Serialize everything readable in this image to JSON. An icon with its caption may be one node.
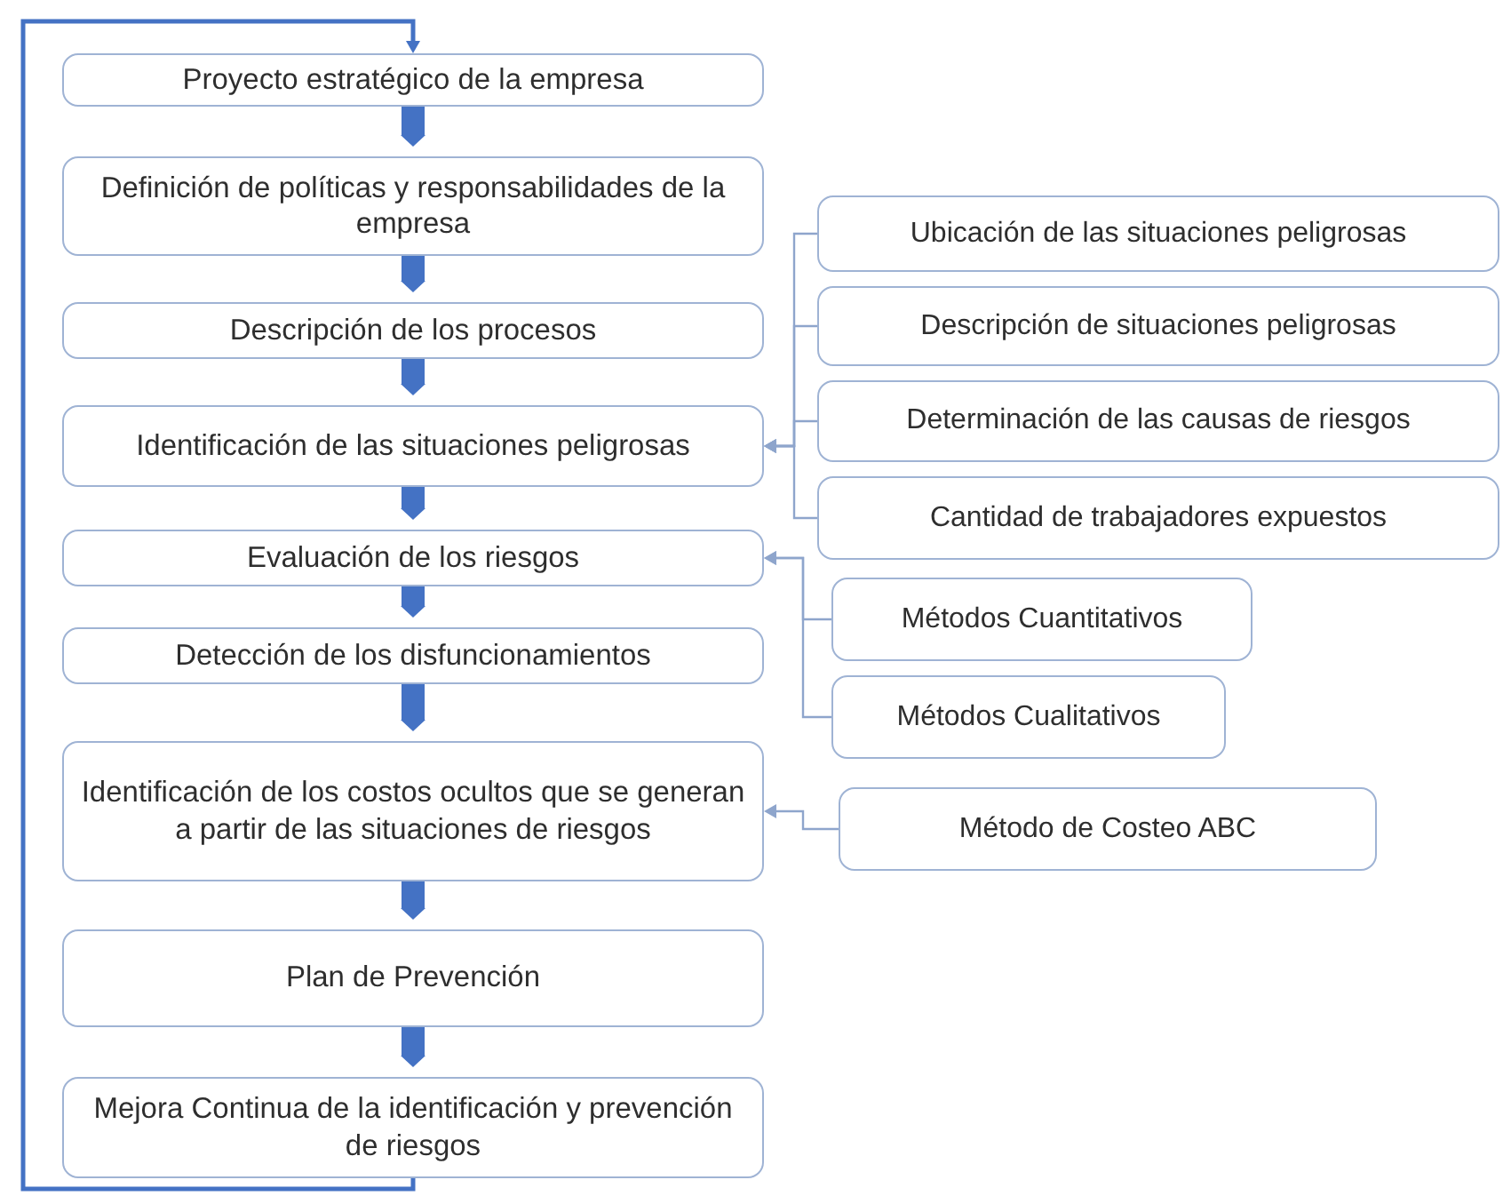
{
  "diagram": {
    "nodes": [
      {
        "text": [
          "Proyecto estratégico de la empresa"
        ]
      },
      {
        "text": [
          "Definición de políticas y responsabilidades de la empresa"
        ]
      },
      {
        "text": [
          "Descripción de los procesos"
        ]
      },
      {
        "text": [
          "Identificación de las situaciones peligrosas"
        ]
      },
      {
        "text": [
          "Evaluación de los riesgos"
        ]
      },
      {
        "text": [
          "Detección de los disfuncionamientos"
        ]
      },
      {
        "text": [
          "Identificación de los costos ocultos que se generan a partir de las situaciones de riesgos"
        ]
      },
      {
        "text": [
          "Plan de Prevención"
        ]
      },
      {
        "text": [
          "Mejora Continua de la identificación y prevención de riesgos"
        ]
      },
      {
        "text": [
          "Ubicación de las situaciones peligrosas"
        ]
      },
      {
        "text": [
          "Descripción de situaciones peligrosas"
        ]
      },
      {
        "text": [
          "Determinación de las causas de riesgos"
        ]
      },
      {
        "text": [
          "Cantidad de trabajadores expuestos"
        ]
      },
      {
        "text": [
          "Métodos Cuantitativos"
        ]
      },
      {
        "text": [
          "Métodos Cualitativos"
        ]
      },
      {
        "text": [
          "Método de Costeo ABC"
        ]
      }
    ],
    "edges": [
      {
        "from": 0,
        "to": 1,
        "arrow": "to",
        "style": "thick"
      },
      {
        "from": 1,
        "to": 2,
        "arrow": "to",
        "style": "thick"
      },
      {
        "from": 2,
        "to": 3,
        "arrow": "to",
        "style": "thick"
      },
      {
        "from": 3,
        "to": 4,
        "arrow": "to",
        "style": "thick"
      },
      {
        "from": 4,
        "to": 5,
        "arrow": "to",
        "style": "thick"
      },
      {
        "from": 5,
        "to": 6,
        "arrow": "to",
        "style": "thick"
      },
      {
        "from": 6,
        "to": 7,
        "arrow": "to",
        "style": "thick"
      },
      {
        "from": 7,
        "to": 8,
        "arrow": "to",
        "style": "thick"
      },
      {
        "from": 8,
        "to": 0,
        "arrow": "to"
      },
      {
        "from": 9,
        "to": 3,
        "arrow": "to",
        "color": "#8ea5cc"
      },
      {
        "from": 10,
        "to": 3,
        "arrow": "to",
        "color": "#8ea5cc"
      },
      {
        "from": 11,
        "to": 3,
        "arrow": "to",
        "color": "#8ea5cc"
      },
      {
        "from": 12,
        "to": 3,
        "arrow": "to",
        "color": "#8ea5cc"
      },
      {
        "from": 13,
        "to": 4,
        "arrow": "to",
        "color": "#8ea5cc"
      },
      {
        "from": 14,
        "to": 4,
        "arrow": "to",
        "color": "#8ea5cc"
      },
      {
        "from": 15,
        "to": 6,
        "arrow": "to",
        "color": "#8ea5cc"
      }
    ]
  }
}
